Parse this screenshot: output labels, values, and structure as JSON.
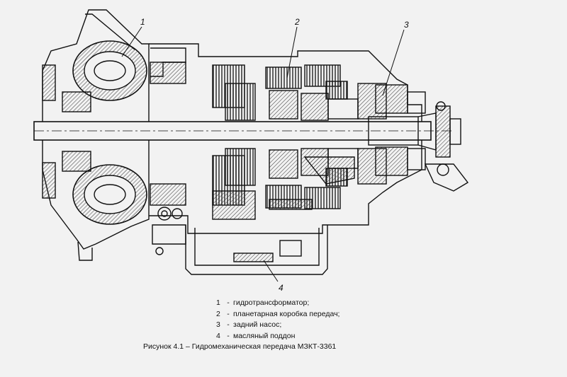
{
  "callouts": [
    "1",
    "2",
    "3",
    "4"
  ],
  "legend": [
    {
      "num": "1",
      "sep": "-",
      "text": "гидротрансформатор;"
    },
    {
      "num": "2",
      "sep": "-",
      "text": "планетарная коробка передач;"
    },
    {
      "num": "3",
      "sep": "-",
      "text": "задний насос;"
    },
    {
      "num": "4",
      "sep": "-",
      "text": "масляный поддон"
    }
  ],
  "caption": "Рисунок 4.1 – Гидромеханическая передача МЗКТ-3361",
  "colors": {
    "background": "#f2f2f2",
    "ink": "#111111",
    "hatch": "#333333"
  }
}
